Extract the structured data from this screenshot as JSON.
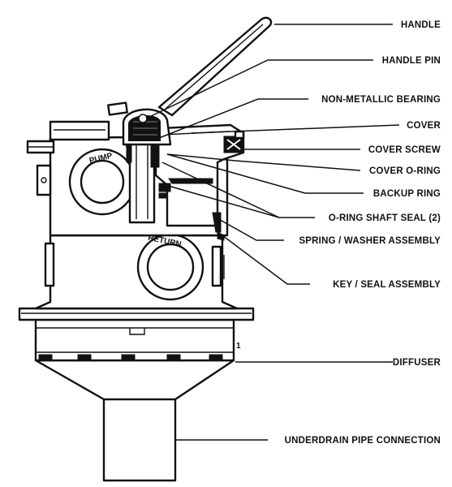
{
  "labels": {
    "handle": "HANDLE",
    "handle_pin": "HANDLE PIN",
    "non_metallic_bearing": "NON-METALLIC BEARING",
    "cover": "COVER",
    "cover_screw": "COVER SCREW",
    "cover_o_ring": "COVER O-RING",
    "backup_ring": "BACKUP RING",
    "o_ring_shaft_seal": "O-RING SHAFT SEAL (2)",
    "spring_washer_assembly": "SPRING / WASHER ASSEMBLY",
    "key_seal_assembly": "KEY / SEAL ASSEMBLY",
    "diffuser": "DIFFUSER",
    "underdrain_pipe_connection": "UNDERDRAIN PIPE CONNECTION"
  },
  "port_labels": {
    "pump": "PUMP",
    "return": "RETURN"
  },
  "marks": {
    "side_number": "1"
  }
}
